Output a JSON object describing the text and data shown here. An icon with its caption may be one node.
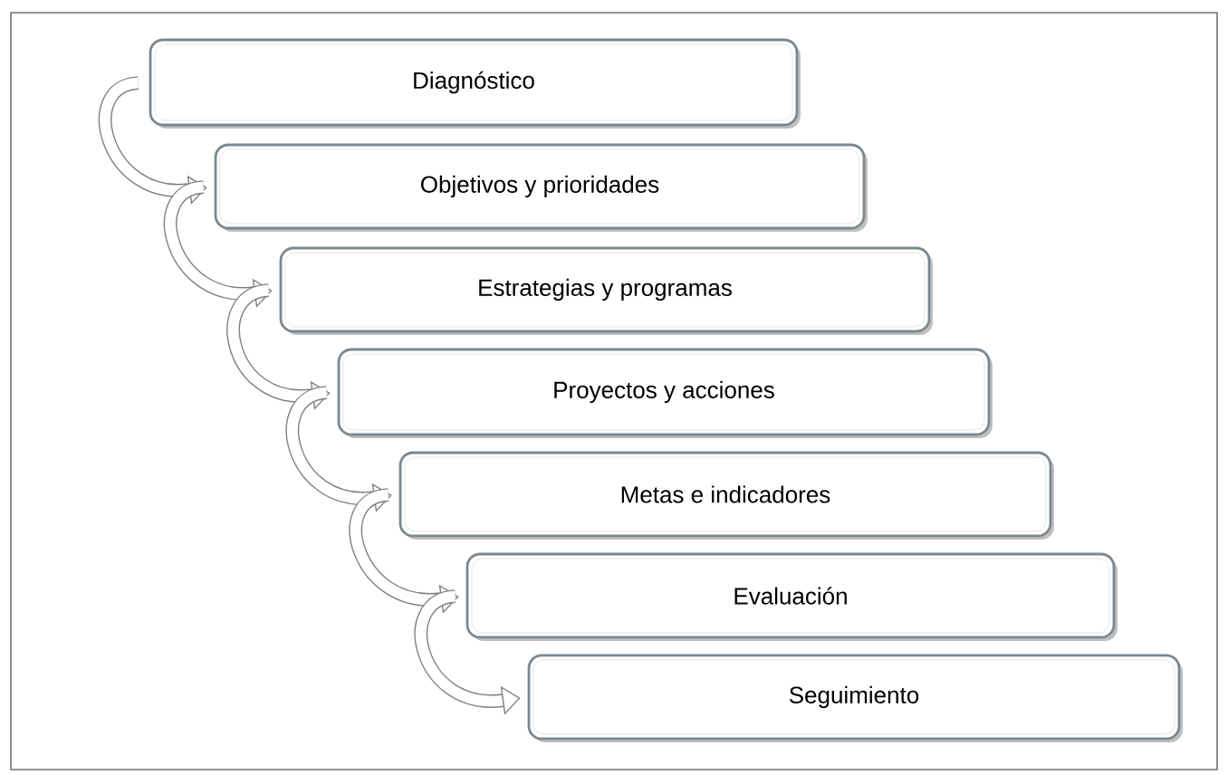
{
  "diagram": {
    "nodes": [
      {
        "text": [
          "Diagnóstico"
        ]
      },
      {
        "text": [
          "Objetivos y prioridades"
        ]
      },
      {
        "text": [
          "Estrategias y programas"
        ]
      },
      {
        "text": [
          "Proyectos y acciones"
        ]
      },
      {
        "text": [
          "Metas e indicadores"
        ]
      },
      {
        "text": [
          "Evaluación"
        ]
      },
      {
        "text": [
          "Seguimiento"
        ]
      }
    ],
    "edges": [
      {
        "from": 0,
        "to": 1,
        "arrow": "to"
      },
      {
        "from": 1,
        "to": 2,
        "arrow": "to"
      },
      {
        "from": 2,
        "to": 3,
        "arrow": "to"
      },
      {
        "from": 3,
        "to": 4,
        "arrow": "to"
      },
      {
        "from": 4,
        "to": 5,
        "arrow": "to"
      },
      {
        "from": 5,
        "to": 6,
        "arrow": "to"
      }
    ]
  }
}
